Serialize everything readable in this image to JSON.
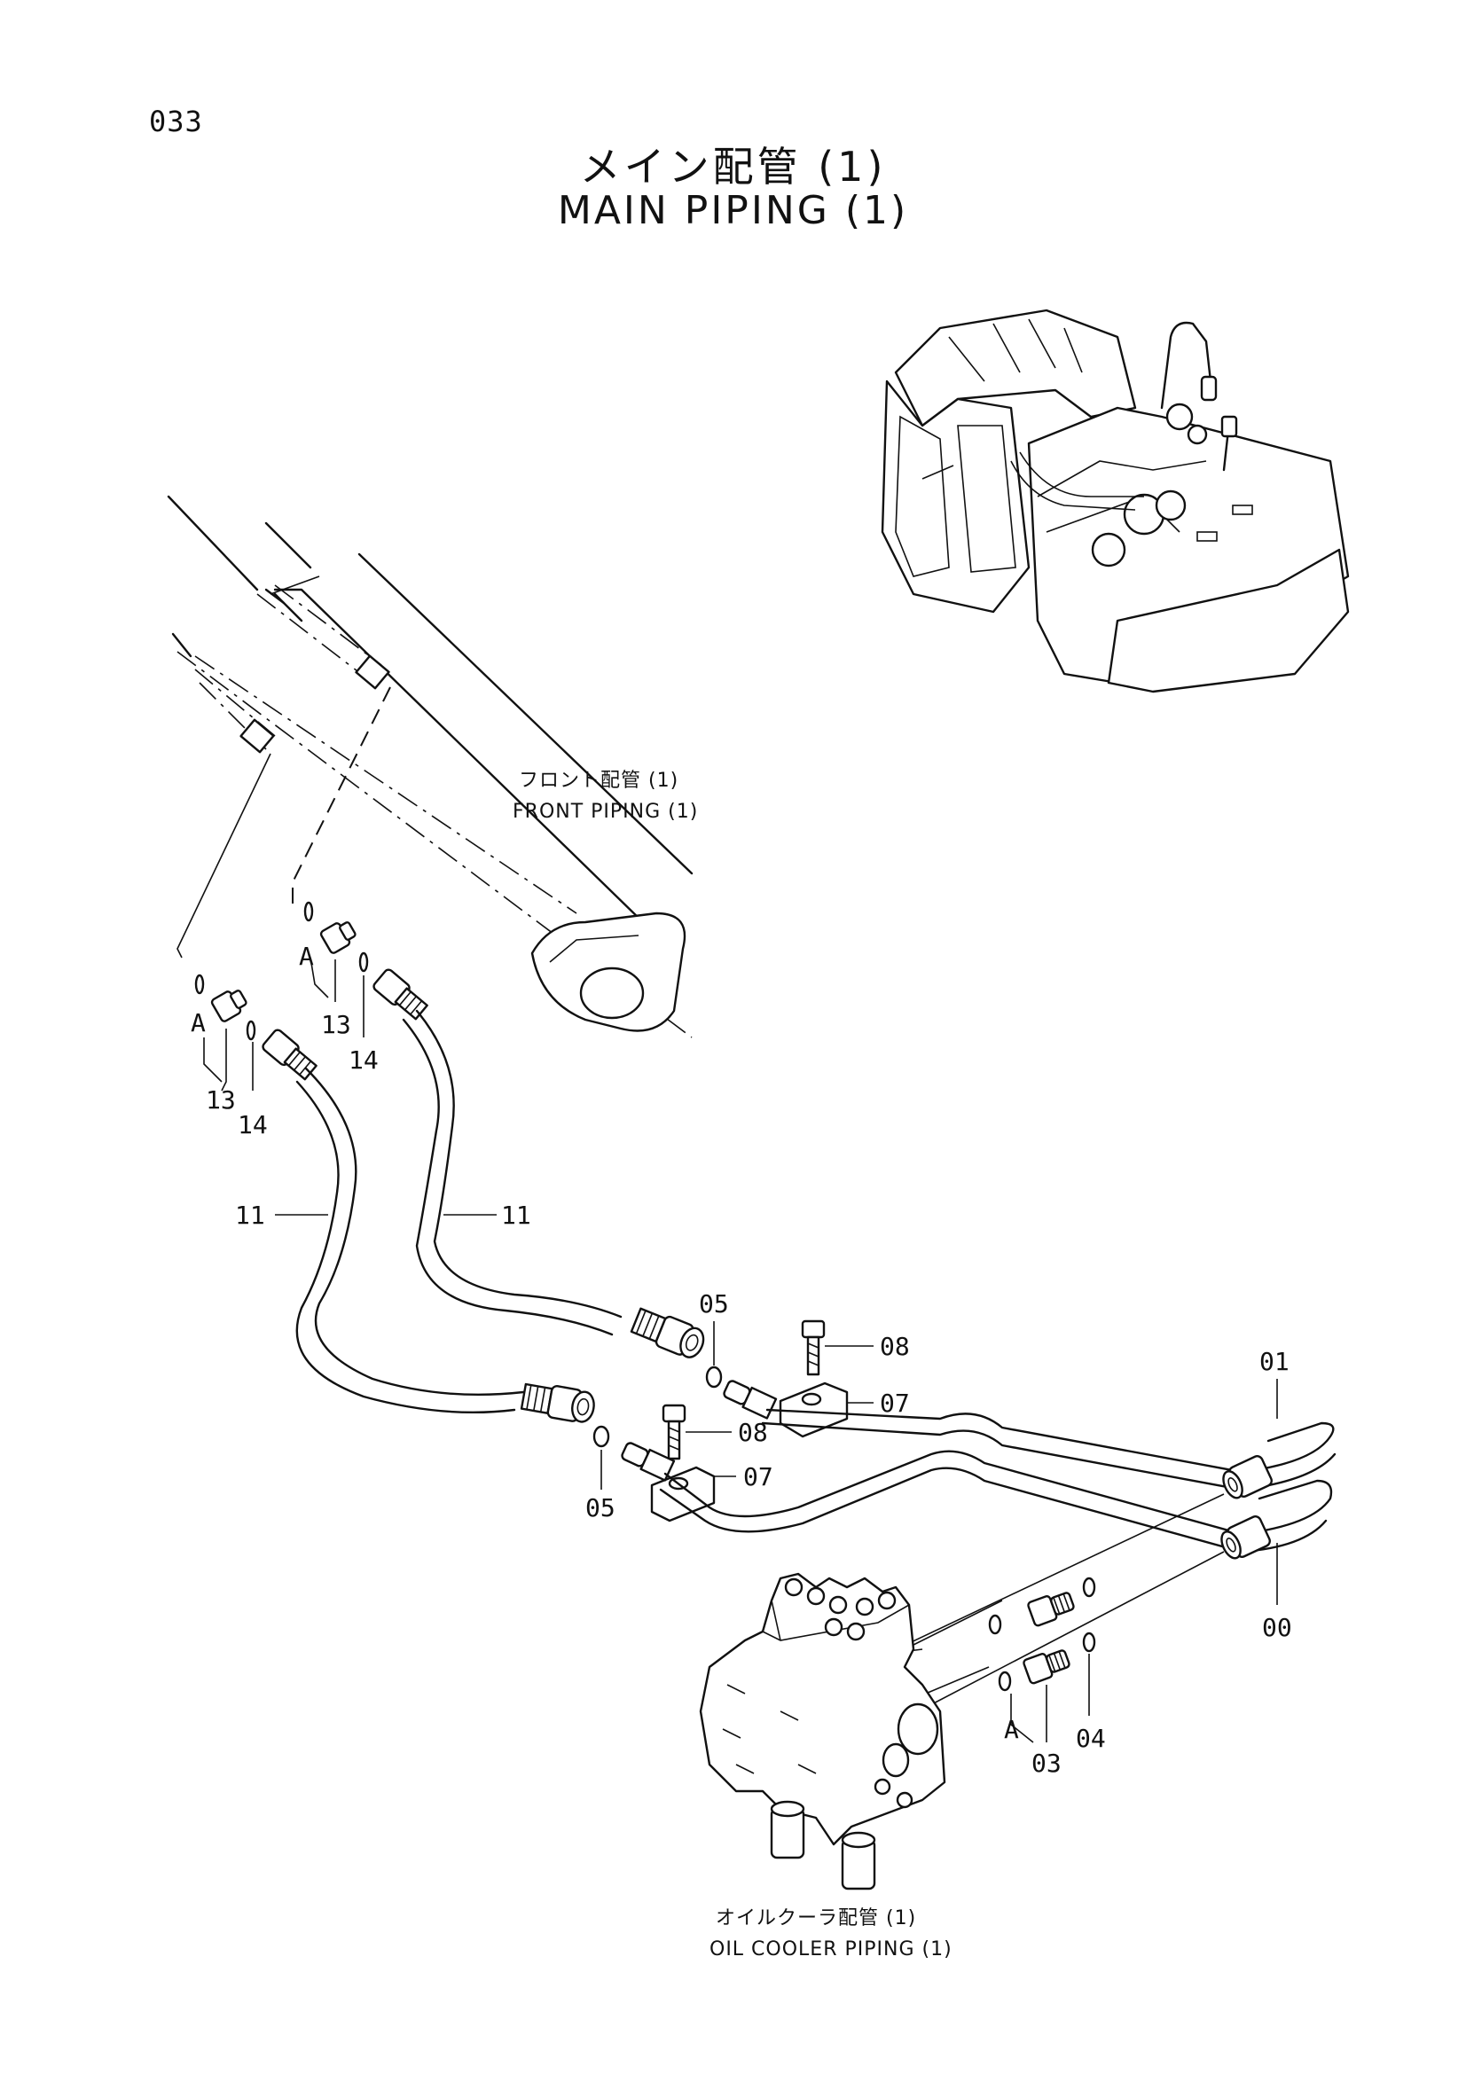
{
  "page_number": "033",
  "title_jp": "メイン配管 (1)",
  "title_en": "MAIN PIPING (1)",
  "sections": {
    "front_jp": "フロント配管 (1)",
    "front_en": "FRONT PIPING (1)",
    "cooler_jp": "オイルクーラ配管 (1)",
    "cooler_en": "OIL COOLER PIPING (1)"
  },
  "callouts": {
    "a_left": "A",
    "a_mid": "A",
    "a_valve": "A",
    "p13_left": "13",
    "p14_left": "14",
    "p13_mid": "13",
    "p14_mid": "14",
    "p11_left": "11",
    "p11_right": "11",
    "p05_top": "05",
    "p05_bottom": "05",
    "p08_top": "08",
    "p08_bottom": "08",
    "p07_top": "07",
    "p07_bottom": "07",
    "p01": "01",
    "p00": "00",
    "p03": "03",
    "p04": "04"
  }
}
